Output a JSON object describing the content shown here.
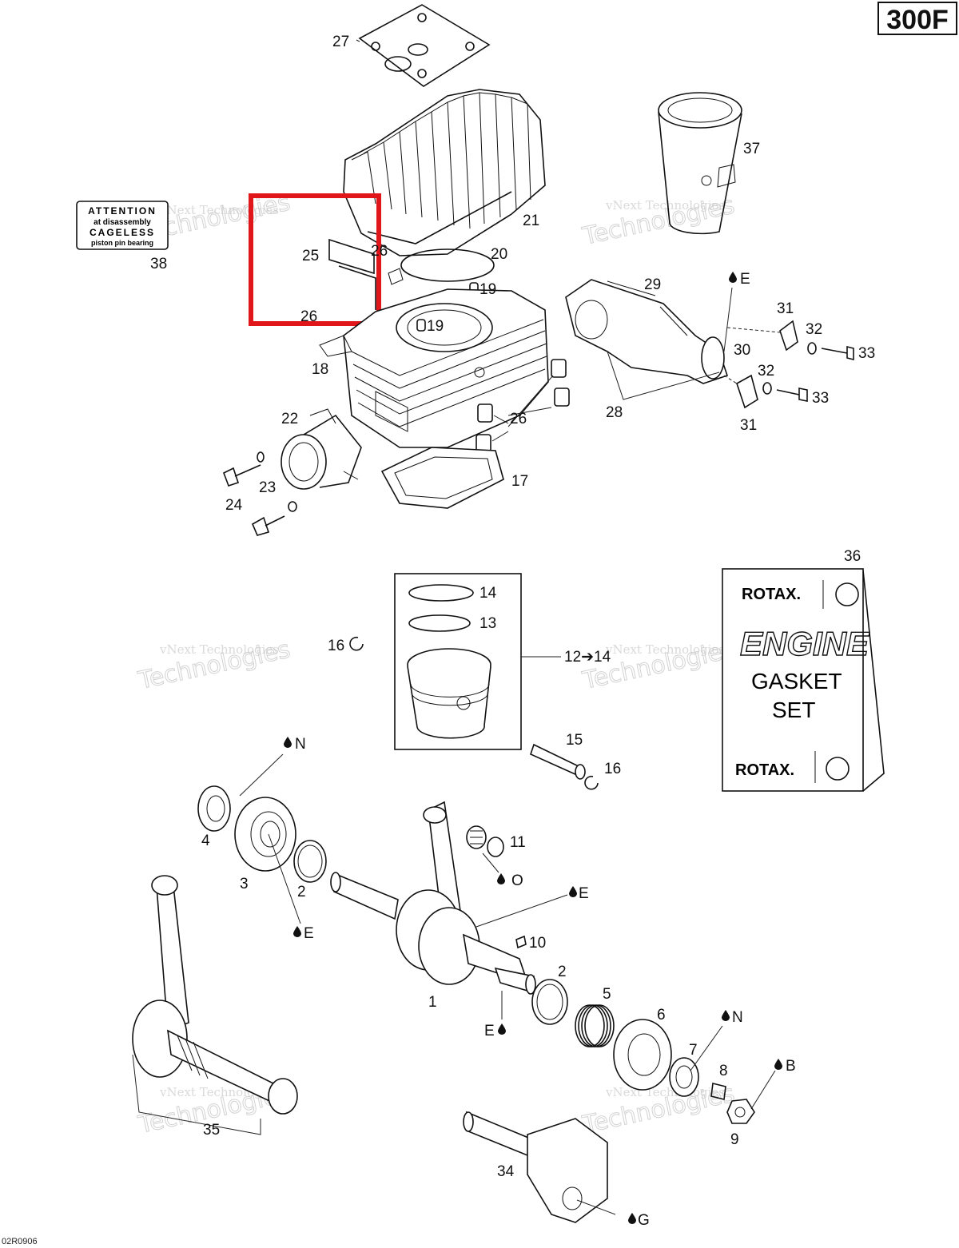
{
  "header": {
    "model": "300F"
  },
  "footer": {
    "code": "02R0906"
  },
  "watermark": {
    "line1": "vNext Technologies",
    "line2": "Technologies"
  },
  "attention_label": {
    "line1": "ATTENTION",
    "line2": "at disassembly",
    "line3": "CAGELESS",
    "line4": "piston pin bearing"
  },
  "gasket_set": {
    "brand": "ROTAX.",
    "title1": "ENGINE",
    "title2": "GASKET",
    "title3": "SET"
  },
  "parts": {
    "p1": "1",
    "p2a": "2",
    "p2b": "2",
    "p3": "3",
    "p4": "4",
    "p5": "5",
    "p6": "6",
    "p7": "7",
    "p8": "8",
    "p9": "9",
    "p10": "10",
    "p11": "11",
    "p12": "12➔14",
    "p13": "13",
    "p14": "14",
    "p15": "15",
    "p16a": "16",
    "p16b": "16",
    "p17": "17",
    "p18": "18",
    "p19a": "19",
    "p19b": "19",
    "p20": "20",
    "p21": "21",
    "p22": "22",
    "p23": "23",
    "p24": "24",
    "p25": "25",
    "p26a": "26",
    "p26b": "26",
    "p26c": "26",
    "p27": "27",
    "p28": "28",
    "p29": "29",
    "p30": "30",
    "p31a": "31",
    "p31b": "31",
    "p32a": "32",
    "p32b": "32",
    "p33a": "33",
    "p33b": "33",
    "p34": "34",
    "p35": "35",
    "p36": "36",
    "p37": "37",
    "p38": "38"
  },
  "lubricants": {
    "l_e1": "E",
    "l_e2": "E",
    "l_e3": "E",
    "l_e4": "E",
    "l_n1": "N",
    "l_n2": "N",
    "l_o": "O",
    "l_b": "B",
    "l_g": "G"
  },
  "highlight": {
    "color": "#e0161b"
  }
}
